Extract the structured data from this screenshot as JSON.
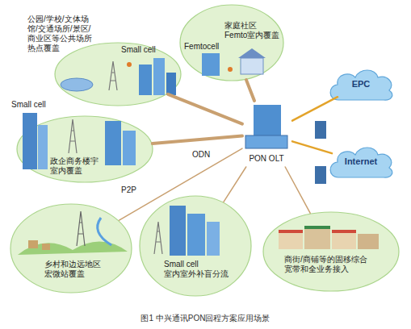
{
  "diagram": {
    "caption": "图1 中兴通讯PON回程方案应用场景",
    "nodes": [
      {
        "text": [
          "公园/学校/文体场馆/交通场所/景区/商业区等公共场所热点覆盖",
          "Small cell"
        ]
      },
      {
        "text": [
          "Femtocell",
          "家庭社区 Femto室内覆盖"
        ]
      },
      {
        "text": [
          "Small cell",
          "政企商务楼宇 室内覆盖"
        ]
      },
      {
        "text": [
          "乡村和边远地区 宏微站覆盖"
        ]
      },
      {
        "text": [
          "Small cell 室内室外补盲分流"
        ]
      },
      {
        "text": [
          "商街/商铺等的固移综合 宽带和全业务接入"
        ]
      },
      {
        "text": [
          "PON OLT"
        ]
      },
      {
        "text": [
          "EPC"
        ]
      },
      {
        "text": [
          "Internet"
        ]
      }
    ],
    "edges": [
      {
        "from": 6,
        "to": 0,
        "arrow": "none"
      },
      {
        "from": 6,
        "to": 1,
        "arrow": "none"
      },
      {
        "from": 6,
        "to": 2,
        "arrow": "none"
      },
      {
        "from": 6,
        "to": 3,
        "arrow": "none"
      },
      {
        "from": 6,
        "to": 4,
        "arrow": "none"
      },
      {
        "from": 6,
        "to": 5,
        "arrow": "none"
      },
      {
        "from": 6,
        "to": 7,
        "arrow": "none"
      },
      {
        "from": 6,
        "to": 8,
        "arrow": "none"
      }
    ],
    "labels": [
      "ODN",
      "P2P"
    ]
  }
}
